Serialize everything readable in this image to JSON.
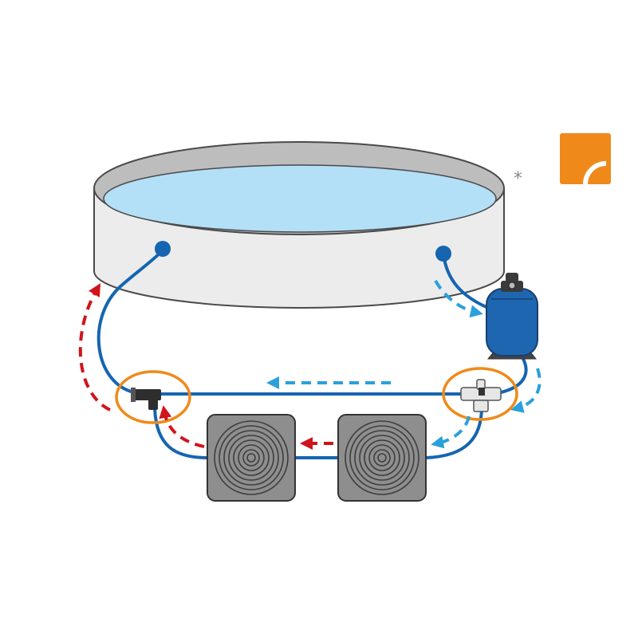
{
  "note": {
    "asterisk": "*"
  },
  "colors": {
    "pipe": "#1565b0",
    "cold_flow": "#2aa0dc",
    "warm_flow": "#d0141c",
    "highlight": "#ef8a1a",
    "pool_wall": "#ececec",
    "pool_rim": "#bdbdbd",
    "water": "#b3dff7",
    "outline": "#4a4a4a",
    "collector": "#8e8e8e",
    "filter_tank": "#1f66b1",
    "logo": "#ef8a1a"
  },
  "icons": {
    "pool": "above-ground-pool",
    "filter": "sand-filter-tank",
    "collector": "solar-collector-mat",
    "valve": "three-way-valve",
    "tee": "t-connector",
    "logo": "brand-logo"
  }
}
